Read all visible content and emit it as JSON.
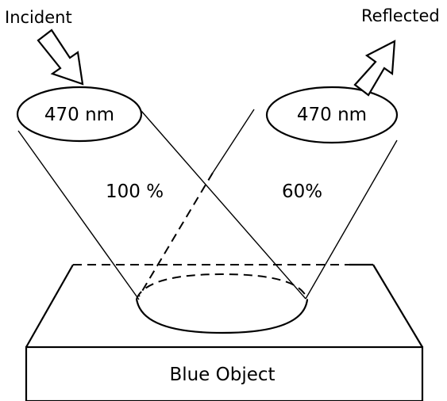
{
  "labels": {
    "incident": "Incident",
    "reflected": "Reflected",
    "wavelength_left": "470 nm",
    "wavelength_right": "470 nm",
    "percent_incident": "100 %",
    "percent_reflected": "60%",
    "object": "Blue Object"
  }
}
